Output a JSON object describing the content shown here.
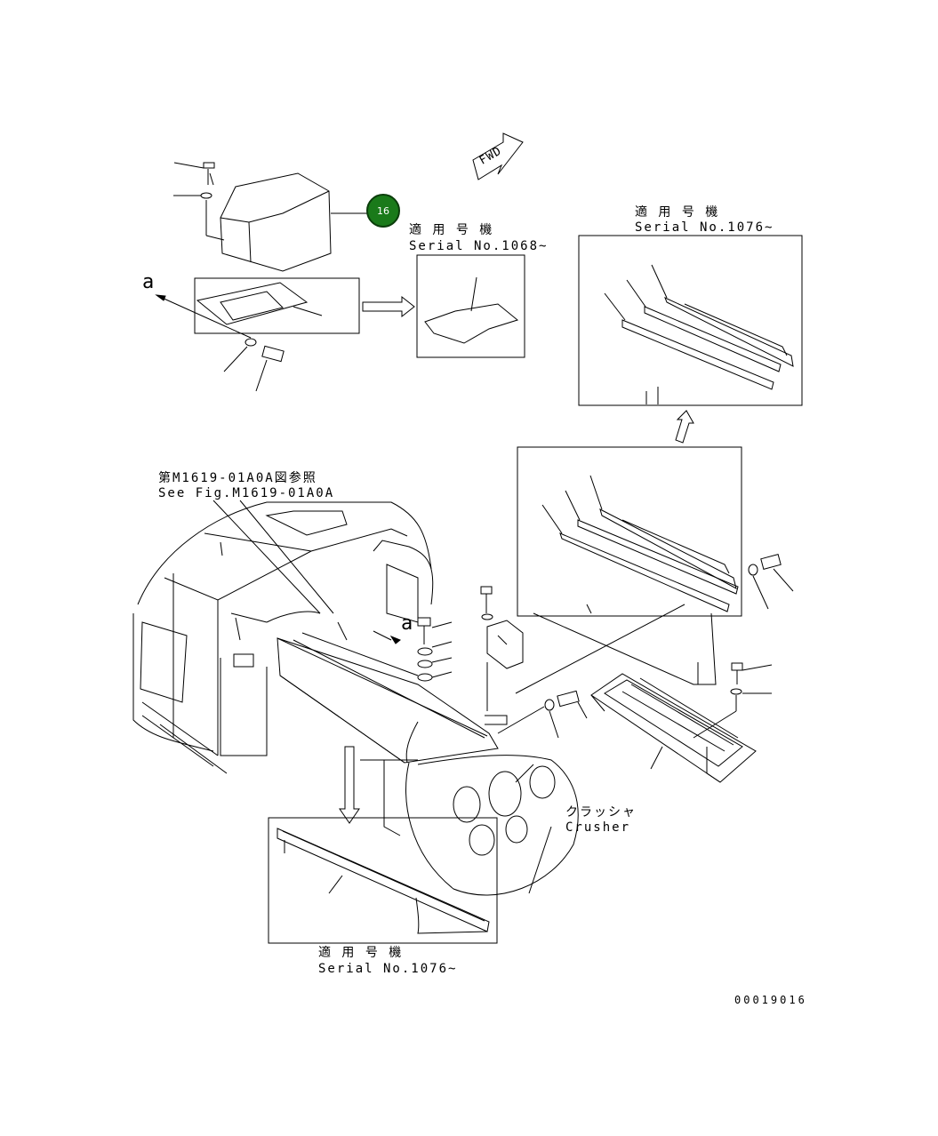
{
  "labels": {
    "fwd": "FWD",
    "serial_1068_jp": "適 用 号 機",
    "serial_1068": "Serial No.1068~",
    "serial_1076_top_jp": "適 用 号 機",
    "serial_1076_top": "Serial No.1076~",
    "see_fig_jp": "第M1619-01A0A図参照",
    "see_fig": "See Fig.M1619-01A0A",
    "ref_a_left": "a",
    "ref_a_center": "a",
    "crusher_jp": "クラッシャ",
    "crusher": "Crusher",
    "serial_1076_bottom_jp": "適 用 号 機",
    "serial_1076_bottom": "Serial No.1076~",
    "drawing_number": "00019016"
  },
  "callouts": [
    {
      "id": "16",
      "label": "16",
      "color": "#1a7a1a"
    }
  ]
}
